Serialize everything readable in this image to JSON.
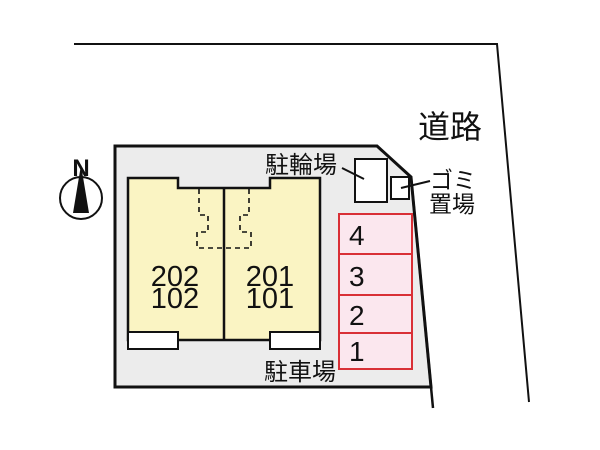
{
  "title": "site-plan",
  "colors": {
    "plot_fill": "#ececec",
    "building_fill": "#faf4c3",
    "parking_fill": "#fbe7ee",
    "parking_border": "#d93036",
    "line": "#111111",
    "white": "#ffffff"
  },
  "compass": {
    "label": "N"
  },
  "labels": {
    "road": "道路",
    "bicycle_parking": "駐輪場",
    "garbage_line1": "ゴミ",
    "garbage_line2": "置場",
    "car_parking": "駐車場"
  },
  "building": {
    "units": [
      {
        "upper": "202",
        "lower": "102"
      },
      {
        "upper": "201",
        "lower": "101"
      }
    ]
  },
  "parking_spaces": [
    {
      "number": "4"
    },
    {
      "number": "3"
    },
    {
      "number": "2"
    },
    {
      "number": "1"
    }
  ]
}
